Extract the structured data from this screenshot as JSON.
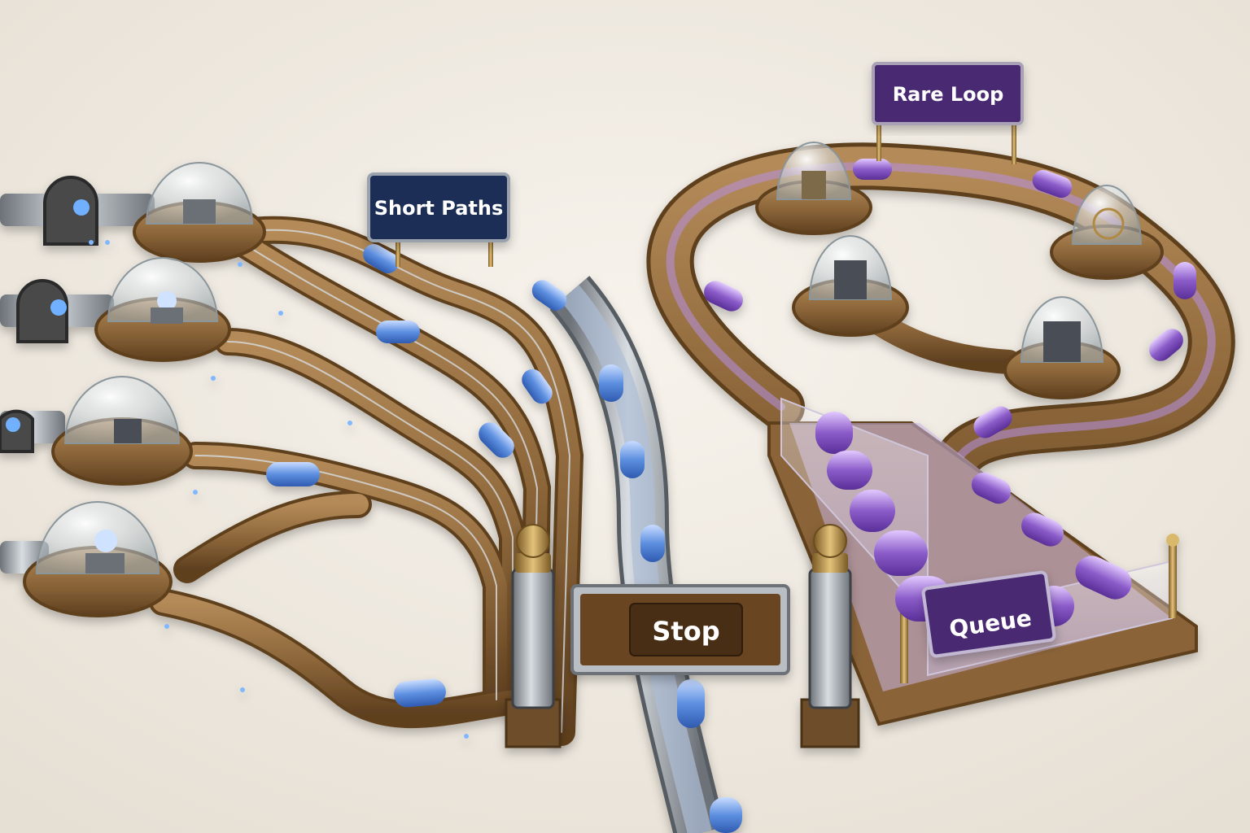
{
  "signs": {
    "short_paths": "Short Paths",
    "rare_loop": "Rare Loop",
    "stop": "Stop",
    "queue": "Queue"
  },
  "colors": {
    "background": "#efeae2",
    "wood": "#8a6438",
    "wood_dark": "#5e3f1f",
    "wood_light": "#b48a58",
    "brass": "#b08a45",
    "blue_capsule": "#5d8fe0",
    "purple_capsule": "#8b5cc9",
    "navy_sign": "#1f2f55",
    "purple_sign": "#4a2a72"
  }
}
